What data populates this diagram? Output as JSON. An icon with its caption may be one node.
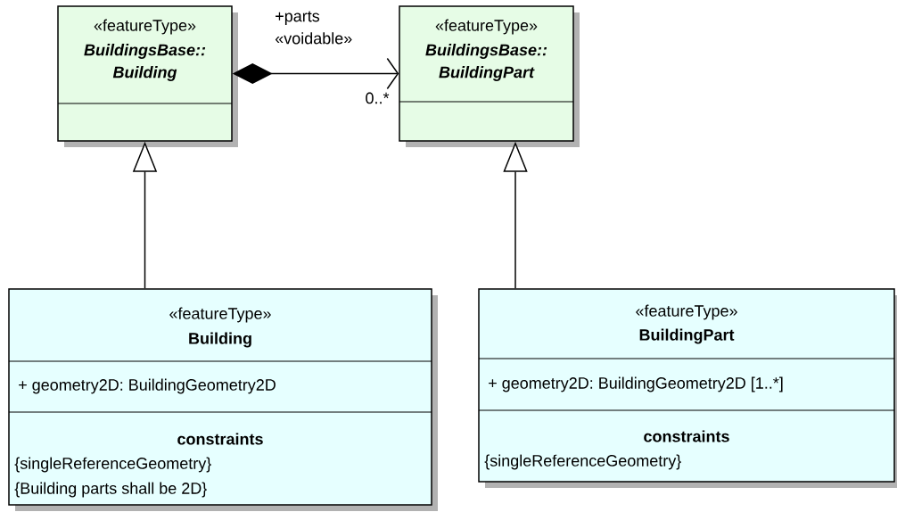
{
  "diagram": {
    "nodes": [
      {
        "text": [
          "«featureType»",
          "BuildingsBase:: Building"
        ]
      },
      {
        "text": [
          "«featureType»",
          "BuildingsBase:: BuildingPart"
        ]
      },
      {
        "text": [
          "«featureType»",
          "Building",
          "+ geometry2D: BuildingGeometry2D",
          "constraints",
          "{singleReferenceGeometry}",
          "{Building parts shall be 2D}"
        ]
      },
      {
        "text": [
          "«featureType»",
          "BuildingPart",
          "+ geometry2D: BuildingGeometry2D [1..*]",
          "constraints",
          "{singleReferenceGeometry}"
        ]
      }
    ],
    "edges": [
      {
        "from": 0,
        "to": 1,
        "arrow": "to",
        "label": "+parts «voidable»"
      },
      {
        "from": 2,
        "to": 0,
        "arrow": "to"
      },
      {
        "from": 3,
        "to": 1,
        "arrow": "to"
      }
    ],
    "labels": [
      "0..*"
    ]
  }
}
